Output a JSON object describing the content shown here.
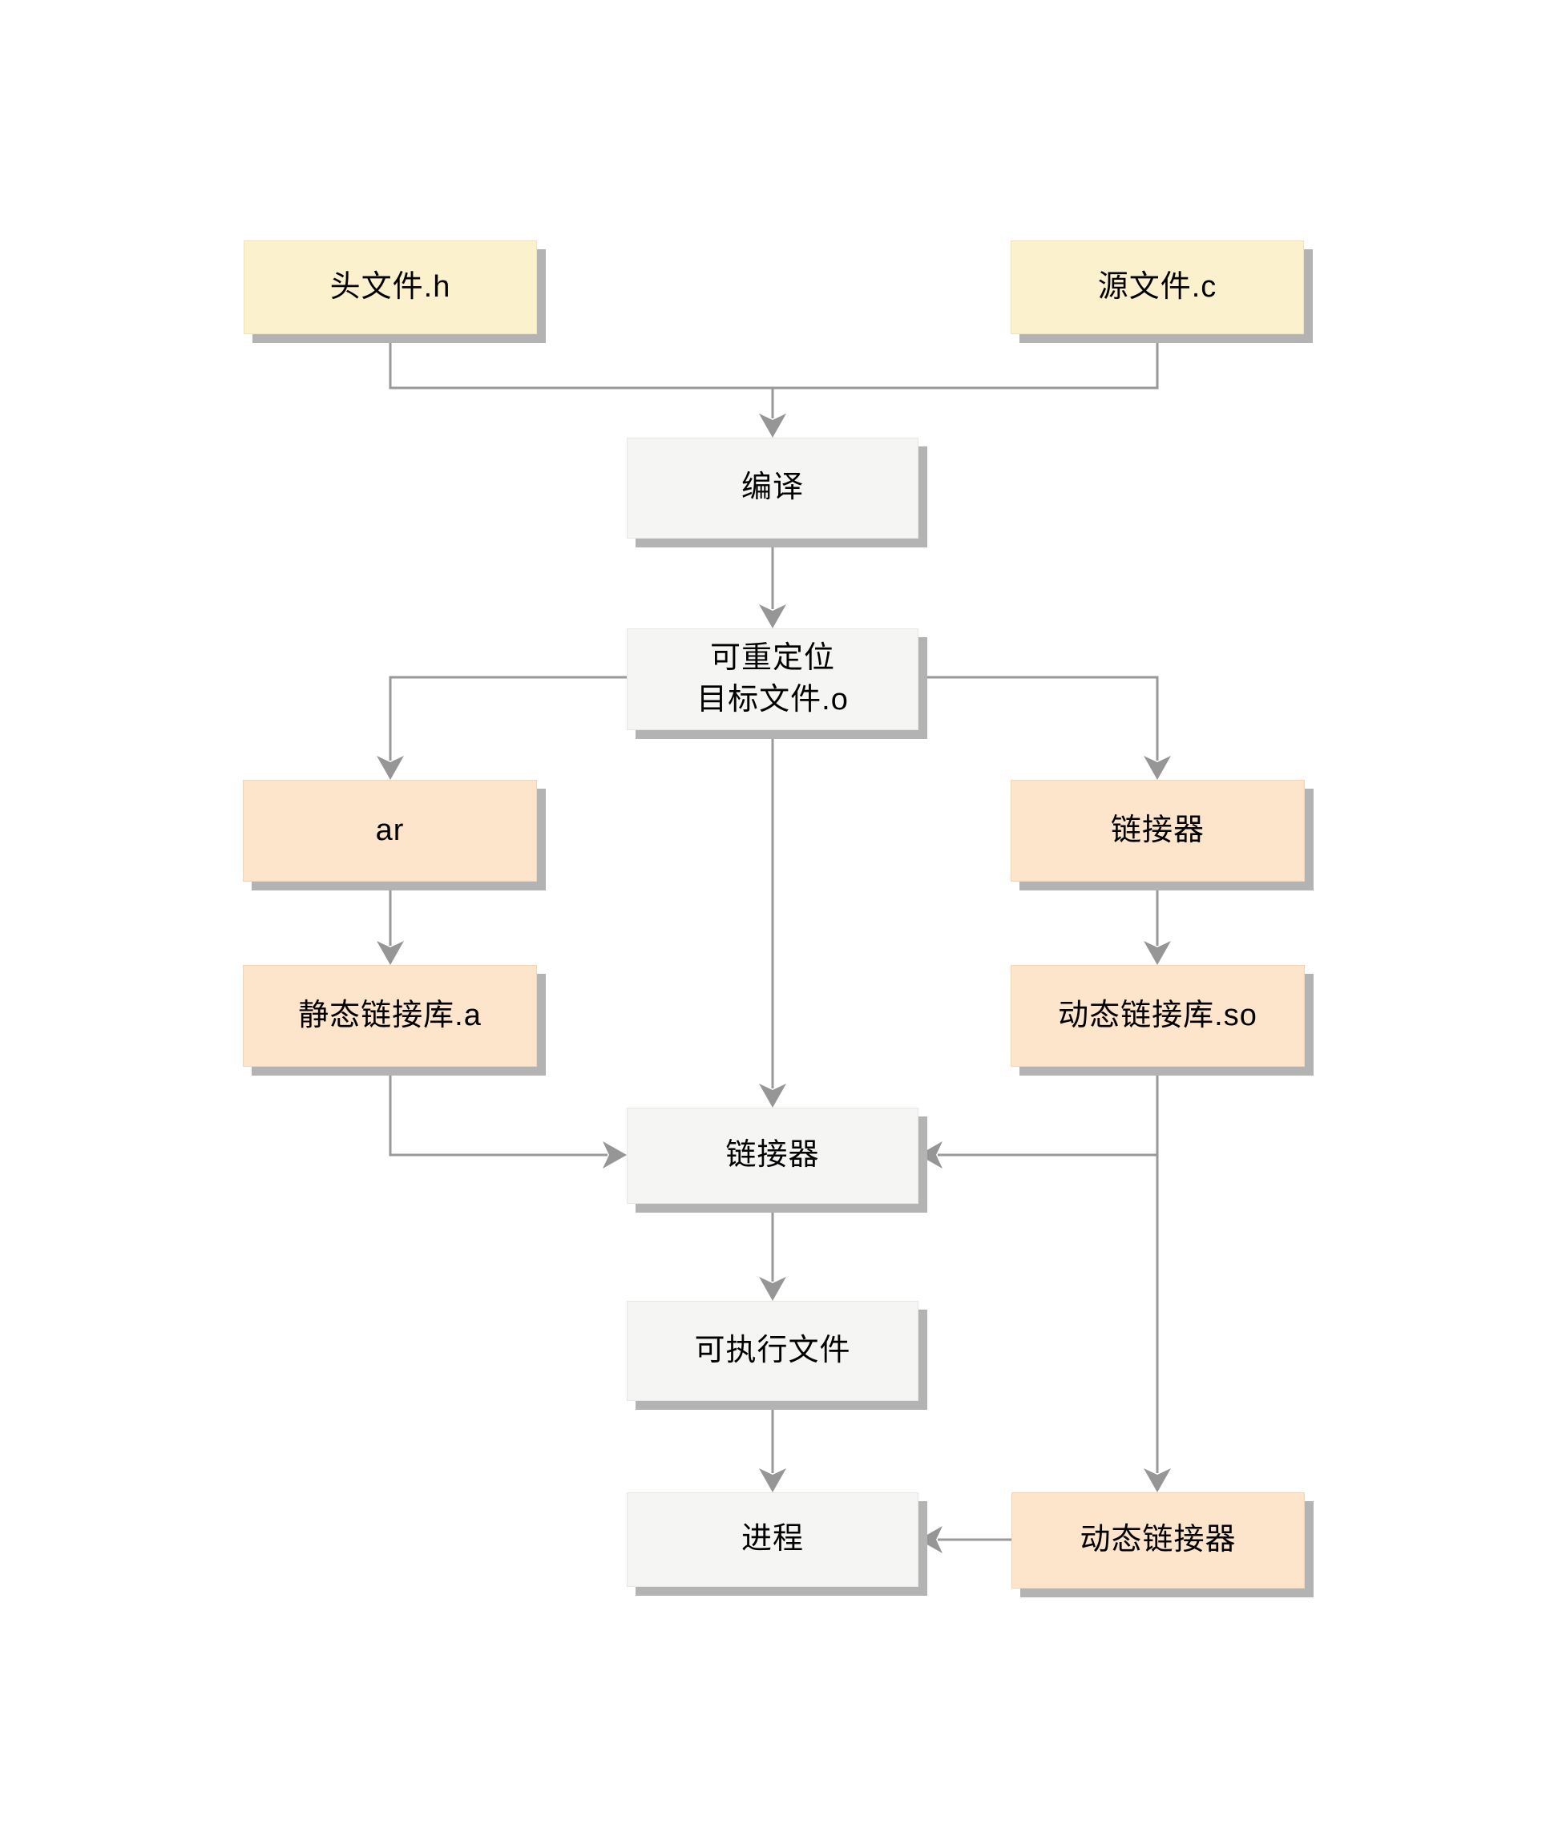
{
  "diagram_type": "flowchart",
  "language": "zh-CN",
  "topic": "C program compile and link pipeline",
  "nodes": {
    "header_h": {
      "label": "头文件.h",
      "kind": "source-file"
    },
    "source_c": {
      "label": "源文件.c",
      "kind": "source-file"
    },
    "compile": {
      "label": "编译",
      "kind": "stage"
    },
    "relocatable_o": {
      "label": "可重定位\n目标文件.o",
      "kind": "stage"
    },
    "ar": {
      "label": "ar",
      "kind": "tool"
    },
    "linker_right": {
      "label": "链接器",
      "kind": "tool"
    },
    "static_lib_a": {
      "label": "静态链接库.a",
      "kind": "tool"
    },
    "dynamic_lib_so": {
      "label": "动态链接库.so",
      "kind": "tool"
    },
    "linker_main": {
      "label": "链接器",
      "kind": "stage"
    },
    "executable": {
      "label": "可执行文件",
      "kind": "stage"
    },
    "process": {
      "label": "进程",
      "kind": "stage"
    },
    "dynamic_linker": {
      "label": "动态链接器",
      "kind": "tool"
    }
  },
  "edges": [
    {
      "from": "header_h",
      "to": "compile"
    },
    {
      "from": "source_c",
      "to": "compile"
    },
    {
      "from": "compile",
      "to": "relocatable_o"
    },
    {
      "from": "relocatable_o",
      "to": "ar"
    },
    {
      "from": "relocatable_o",
      "to": "linker_right"
    },
    {
      "from": "relocatable_o",
      "to": "linker_main"
    },
    {
      "from": "ar",
      "to": "static_lib_a"
    },
    {
      "from": "linker_right",
      "to": "dynamic_lib_so"
    },
    {
      "from": "static_lib_a",
      "to": "linker_main"
    },
    {
      "from": "dynamic_lib_so",
      "to": "linker_main"
    },
    {
      "from": "dynamic_lib_so",
      "to": "dynamic_linker"
    },
    {
      "from": "linker_main",
      "to": "executable"
    },
    {
      "from": "executable",
      "to": "process"
    },
    {
      "from": "dynamic_linker",
      "to": "process"
    }
  ],
  "colors": {
    "source_fill": "#fcf1cd",
    "tool_fill": "#fde5cc",
    "artifact_fill": "#f5f5f4",
    "connector": "#999999",
    "arrowhead": "#969696",
    "shadow": "#b3b3b3",
    "text": "#000000",
    "background": "#ffffff"
  }
}
